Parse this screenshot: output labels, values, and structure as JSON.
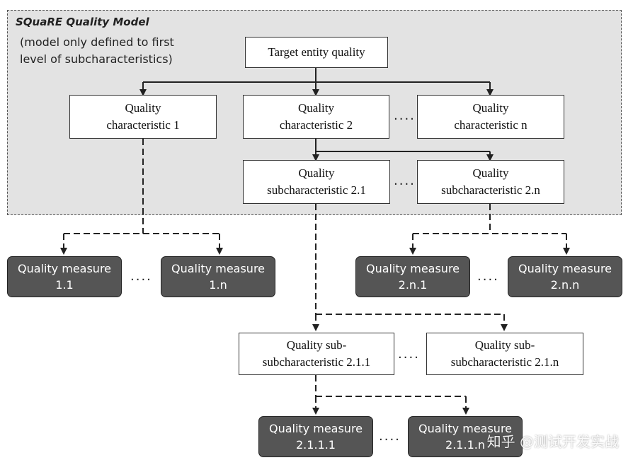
{
  "model": {
    "title": "SQuaRE Quality Model",
    "note_line1": "(model only defined to first",
    "note_line2": "level of subcharacteristics)"
  },
  "root": {
    "label": "Target entity quality"
  },
  "characteristics": [
    {
      "line1": "Quality",
      "line2": "characteristic 1"
    },
    {
      "line1": "Quality",
      "line2": "characteristic 2"
    },
    {
      "line1": "Quality",
      "line2": "characteristic n"
    }
  ],
  "subcharacteristics": [
    {
      "line1": "Quality",
      "line2": "subcharacteristic 2.1"
    },
    {
      "line1": "Quality",
      "line2": "subcharacteristic 2.n"
    }
  ],
  "measures_top": [
    {
      "line1": "Quality measure",
      "line2": "1.1"
    },
    {
      "line1": "Quality measure",
      "line2": "1.n"
    },
    {
      "line1": "Quality measure",
      "line2": "2.n.1"
    },
    {
      "line1": "Quality measure",
      "line2": "2.n.n"
    }
  ],
  "subsubcharacteristics": [
    {
      "line1": "Quality sub-",
      "line2": "subcharacteristic 2.1.1"
    },
    {
      "line1": "Quality sub-",
      "line2": "subcharacteristic 2.1.n"
    }
  ],
  "measures_bottom": [
    {
      "line1": "Quality measure",
      "line2": "2.1.1.1"
    },
    {
      "line1": "Quality measure",
      "line2": "2.1.1.n"
    }
  ],
  "ellipsis": "....",
  "watermark": "知乎 @测试开发实战"
}
